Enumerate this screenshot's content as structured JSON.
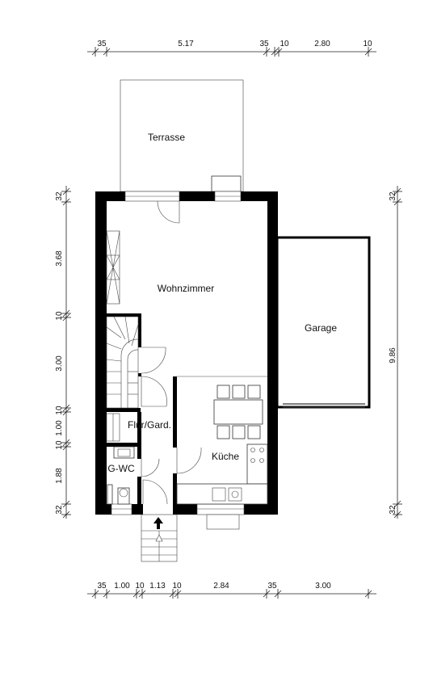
{
  "plan": {
    "rooms": {
      "terrasse": "Terrasse",
      "wohnzimmer": "Wohnzimmer",
      "garage": "Garage",
      "flur": "Flur/Gard.",
      "kueche": "Küche",
      "gwc": "G-WC"
    },
    "dims_top": [
      "35",
      "5.17",
      "35",
      "10",
      "2.80",
      "10"
    ],
    "dims_bottom": [
      "35",
      "1.00",
      "10",
      "1.13",
      "10",
      "2.84",
      "35",
      "3.00"
    ],
    "dims_left": [
      "32",
      "3.68",
      "10",
      "3.00",
      "10",
      "1.00",
      "10",
      "1.88",
      "32"
    ],
    "dims_right": [
      "32",
      "9.86",
      "32"
    ],
    "entrance_icon": "arrow-up-icon"
  }
}
